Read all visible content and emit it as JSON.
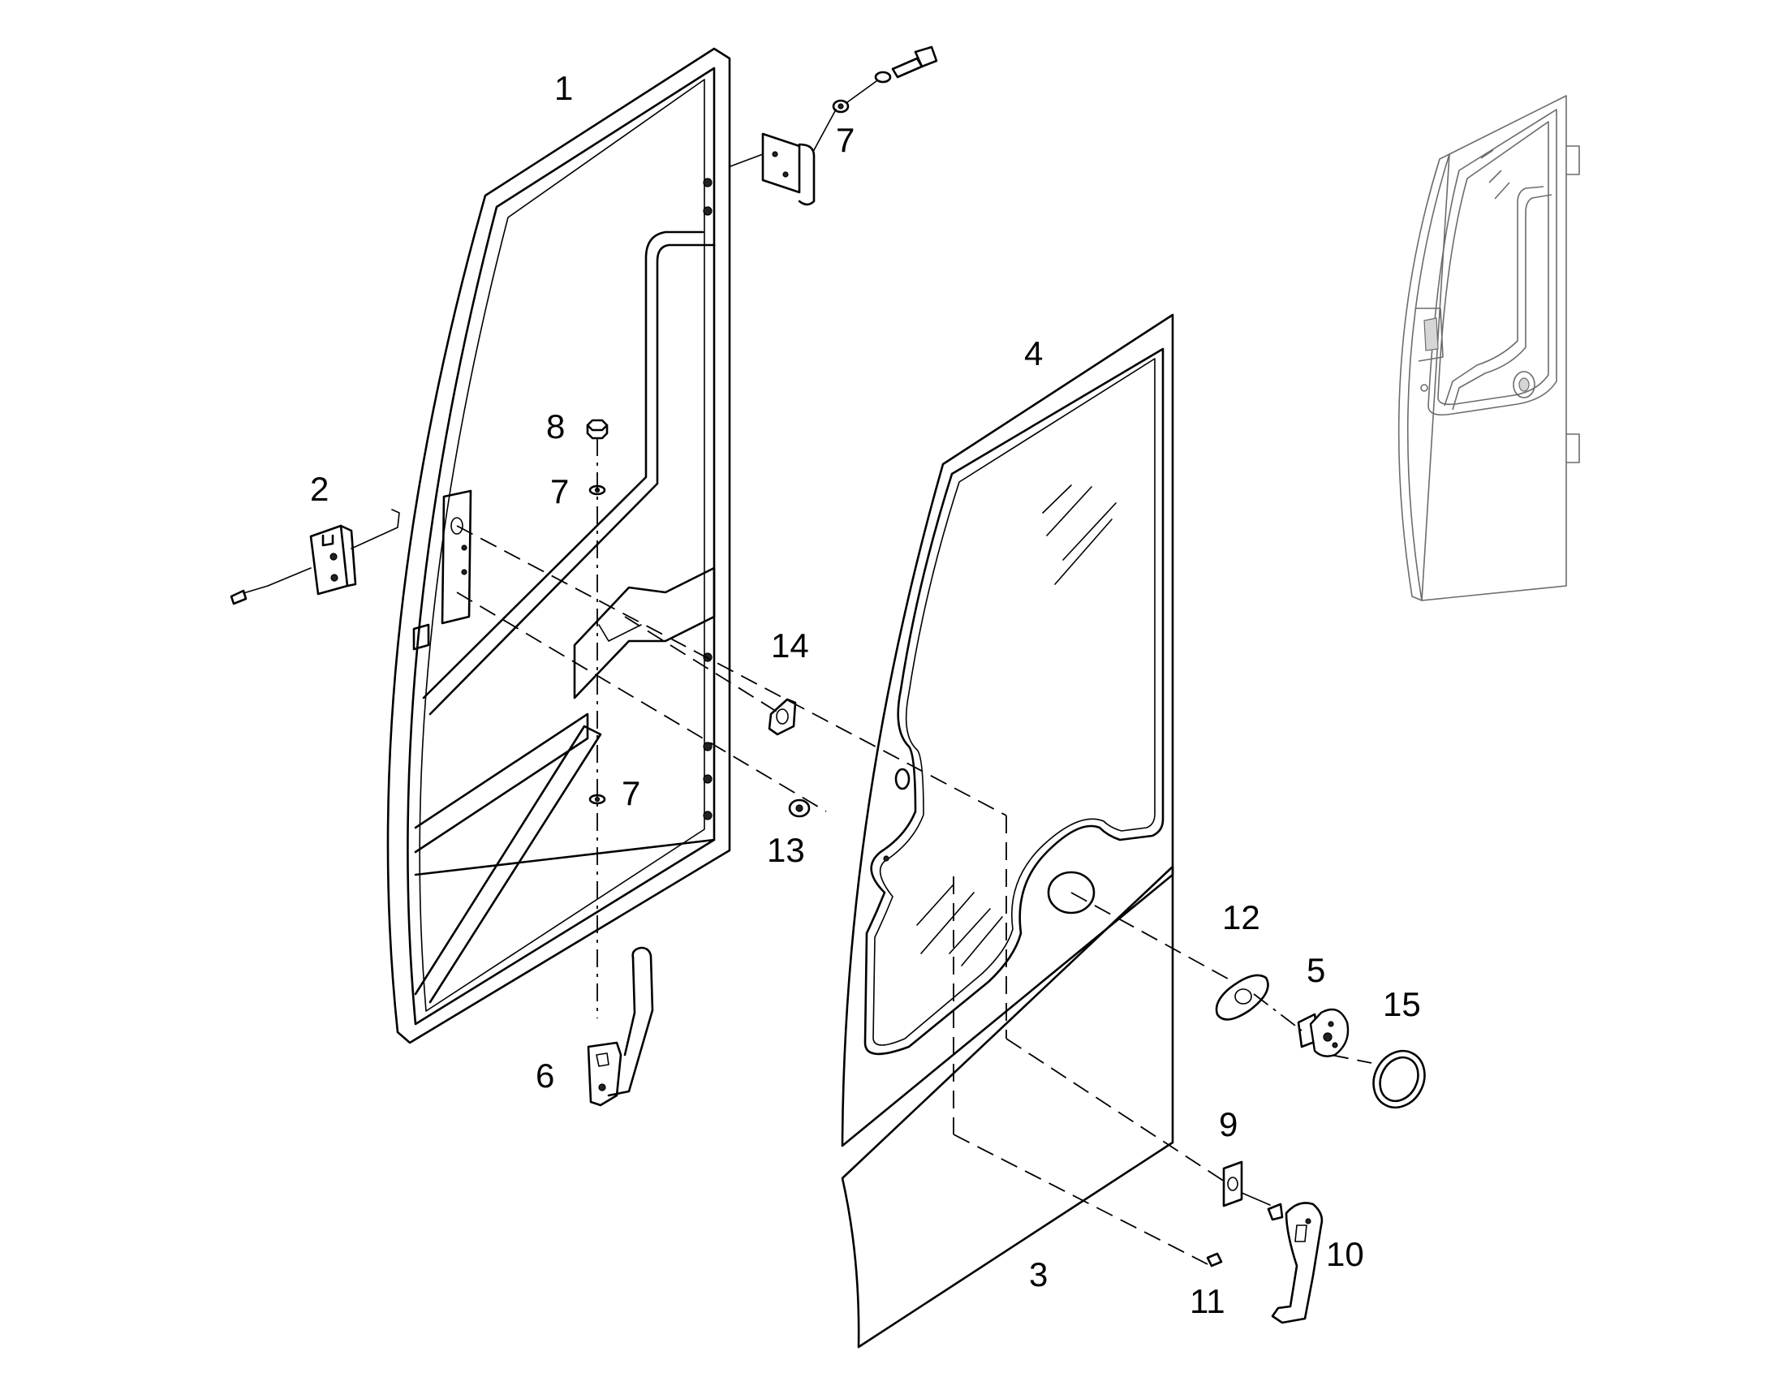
{
  "callouts": [
    {
      "id": "c1",
      "text": "1"
    },
    {
      "id": "c2",
      "text": "2"
    },
    {
      "id": "c3",
      "text": "3"
    },
    {
      "id": "c4",
      "text": "4"
    },
    {
      "id": "c5",
      "text": "5"
    },
    {
      "id": "c6",
      "text": "6"
    },
    {
      "id": "c7a",
      "text": "7"
    },
    {
      "id": "c7b",
      "text": "7"
    },
    {
      "id": "c7c",
      "text": "7"
    },
    {
      "id": "c8",
      "text": "8"
    },
    {
      "id": "c9",
      "text": "9"
    },
    {
      "id": "c10",
      "text": "10"
    },
    {
      "id": "c11",
      "text": "11"
    },
    {
      "id": "c12",
      "text": "12"
    },
    {
      "id": "c13",
      "text": "13"
    },
    {
      "id": "c14",
      "text": "14"
    },
    {
      "id": "c15",
      "text": "15"
    }
  ],
  "colors": {
    "line": "#000000",
    "background": "#ffffff",
    "reference_view": "#6c6c6c"
  }
}
